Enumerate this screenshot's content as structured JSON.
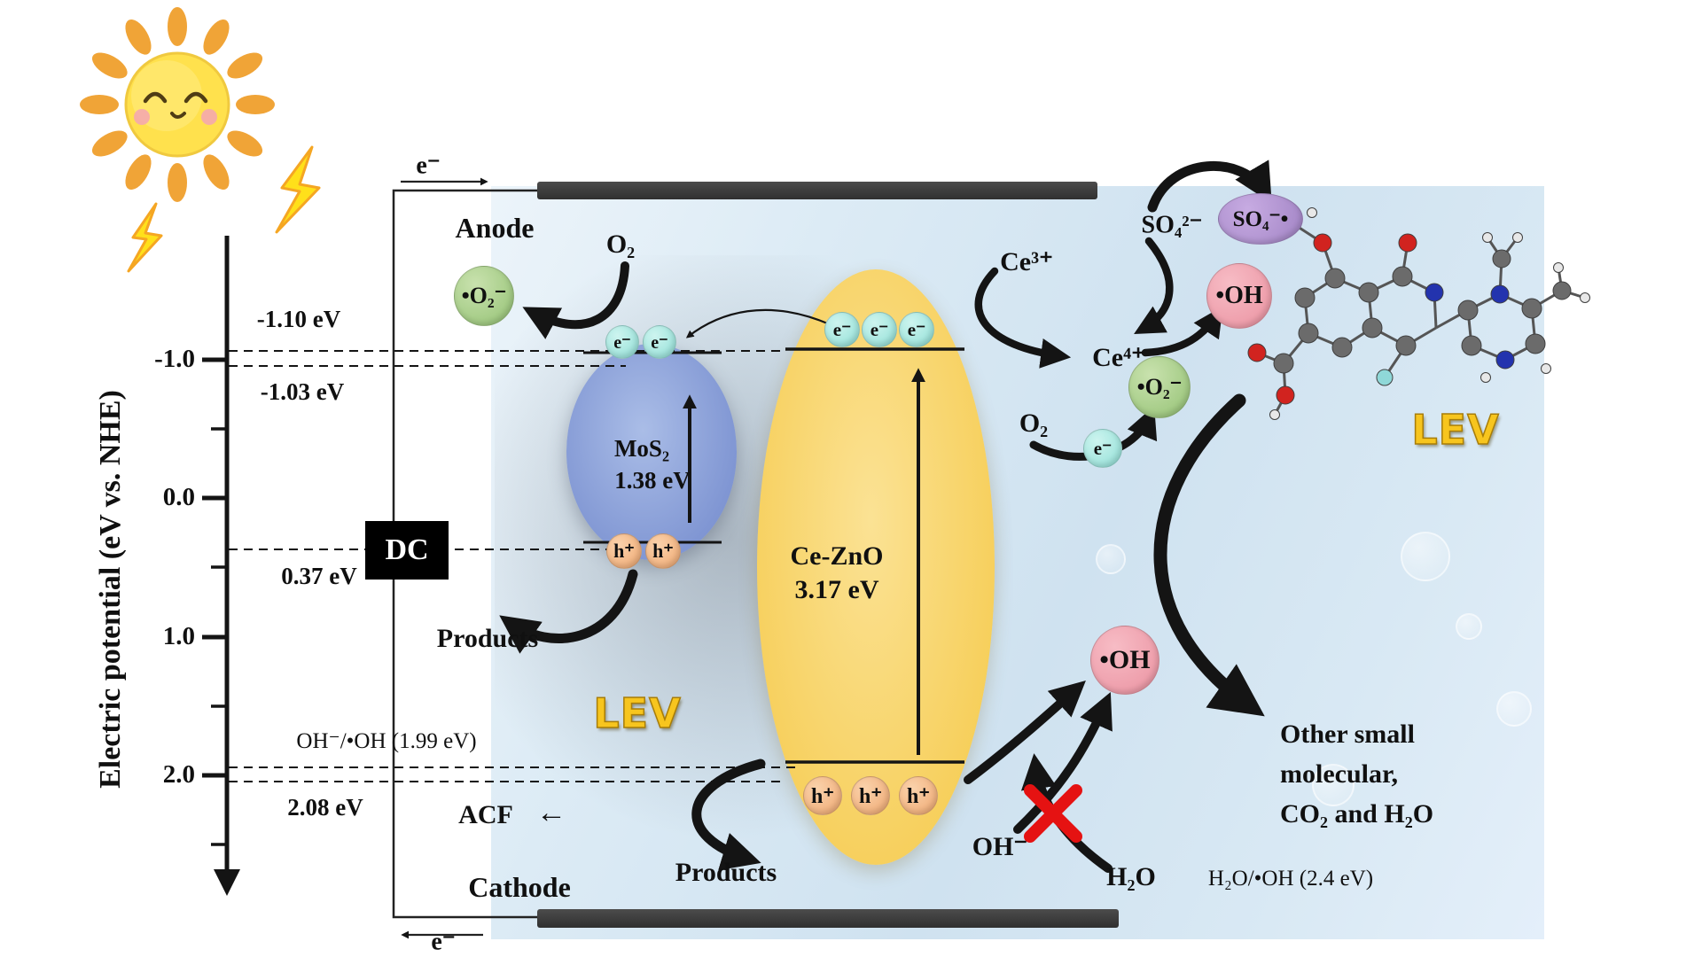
{
  "axis": {
    "label": "Electric potential (eV vs. NHE)",
    "ticks": [
      "-1.0",
      "0.0",
      "1.0",
      "2.0"
    ]
  },
  "energy_levels": {
    "mos2_cb": "-1.10 eV",
    "cezno_cb": "-1.03 eV",
    "mos2_vb": "0.37 eV",
    "oh_couple": "OH⁻/•OH (1.99 eV)",
    "cezno_vb": "2.08 eV",
    "h2o_couple": "H₂O/•OH (2.4 eV)"
  },
  "circuit": {
    "dc_label": "DC",
    "anode_label": "Anode",
    "cathode_label": "Cathode",
    "acf_label": "ACF",
    "acf_arrow": "←",
    "electron_top": "e⁻",
    "electron_bottom": "e⁻"
  },
  "semiconductors": {
    "mos2": {
      "name": "MoS₂",
      "bandgap": "1.38 eV",
      "electron": "e⁻",
      "hole": "h⁺"
    },
    "cezno": {
      "name": "Ce-ZnO",
      "bandgap": "3.17 eV",
      "electron": "e⁻",
      "hole": "h⁺"
    }
  },
  "species": {
    "o2_top": "O₂",
    "superoxide_top": "•O₂⁻",
    "ce3": "Ce³⁺",
    "ce4": "Ce⁴⁺",
    "sulfate": "SO₄²⁻",
    "sulfate_radical": "SO₄⁻•",
    "hydroxyl_top": "•OH",
    "superoxide_right": "•O₂⁻",
    "o2_right": "O₂",
    "electron_right": "e⁻",
    "hydroxyl_bottom": "•OH",
    "hydroxide": "OH⁻",
    "water": "H₂O"
  },
  "labels": {
    "products_left": "Products",
    "products_bottom": "Products",
    "lev_left": "LEV",
    "lev_right": "LEV",
    "degradation_products": "Other small\nmolecular,\nCO₂ and H₂O"
  },
  "colors": {
    "electron": "#9fe7df",
    "hole": "#f0a770",
    "superoxide": "#93c173",
    "hydroxyl": "#ea91a0",
    "sulfate_radical": "#a183c4",
    "mos2": "#8096d3",
    "cezno": "#f6cd55",
    "lev_text": "#f7c51e",
    "red_cross": "#e51212"
  }
}
